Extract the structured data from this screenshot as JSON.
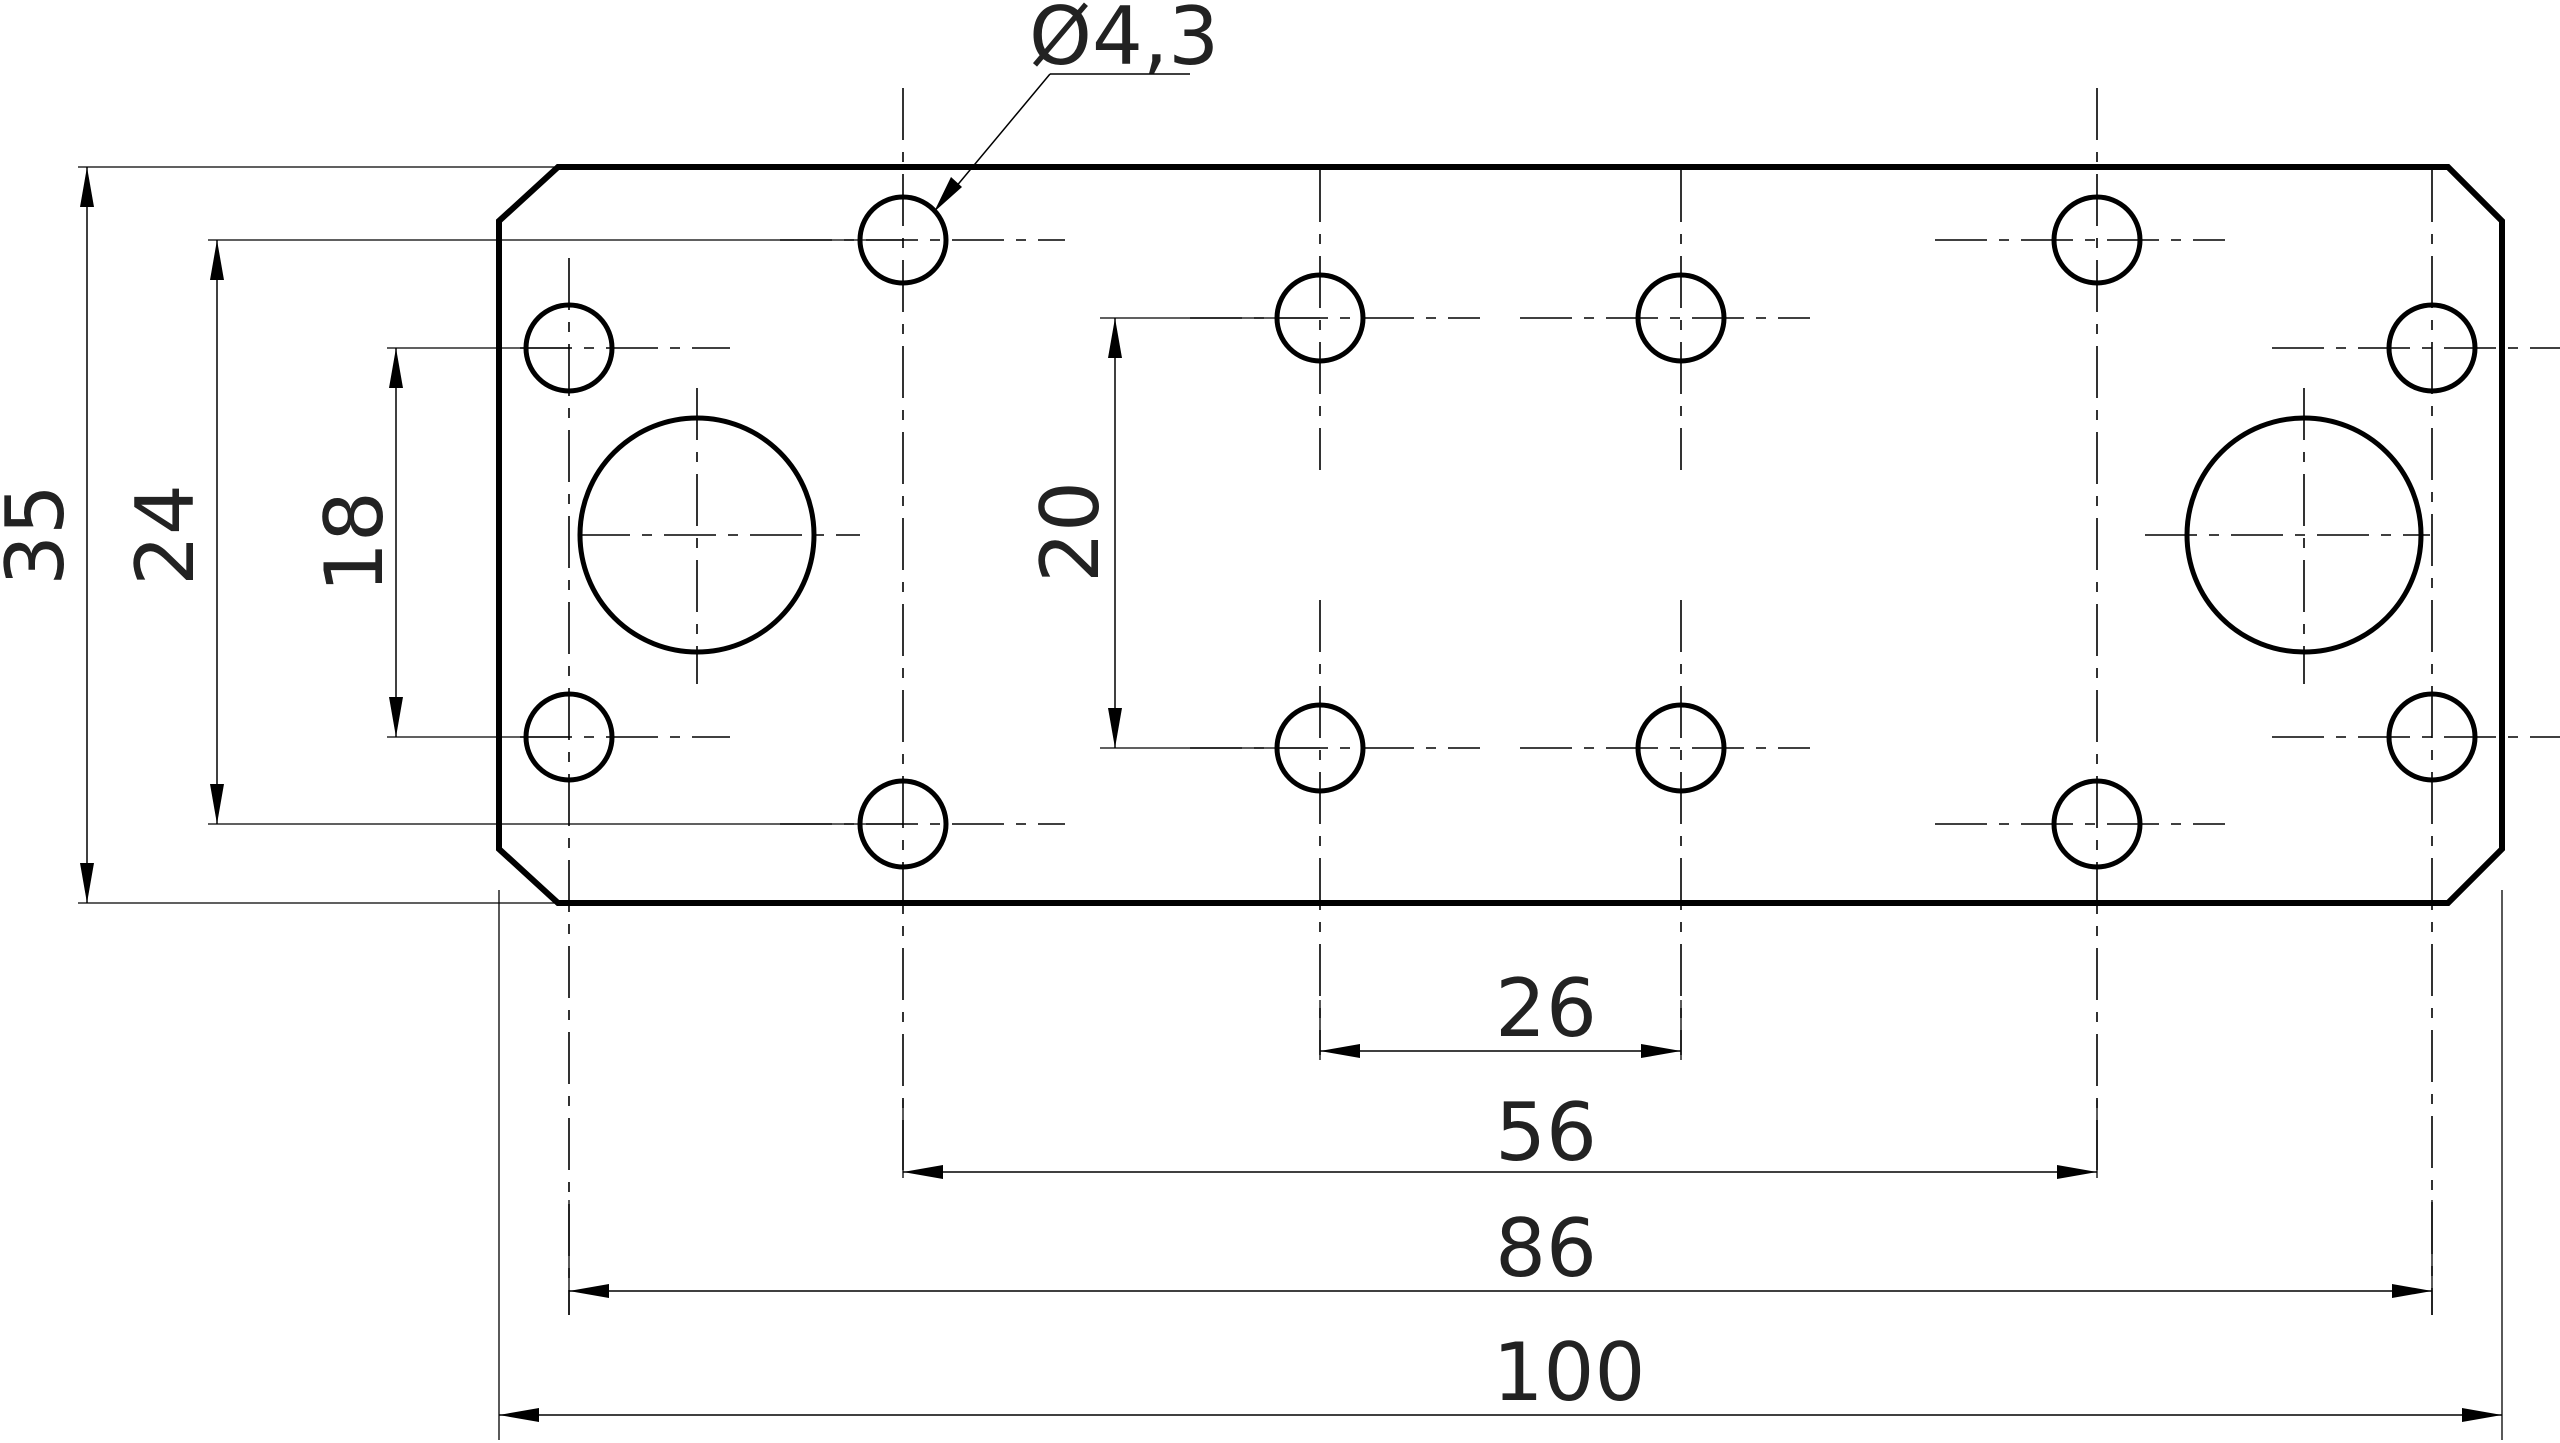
{
  "dimensions": {
    "hole_dia": "Ø4,3",
    "height_total": "35",
    "height_outer_holes": "24",
    "height_edge_holes": "18",
    "height_inner_holes": "20",
    "spacing_inner": "26",
    "spacing_mid": "56",
    "spacing_edge": "86",
    "width_total": "100"
  }
}
